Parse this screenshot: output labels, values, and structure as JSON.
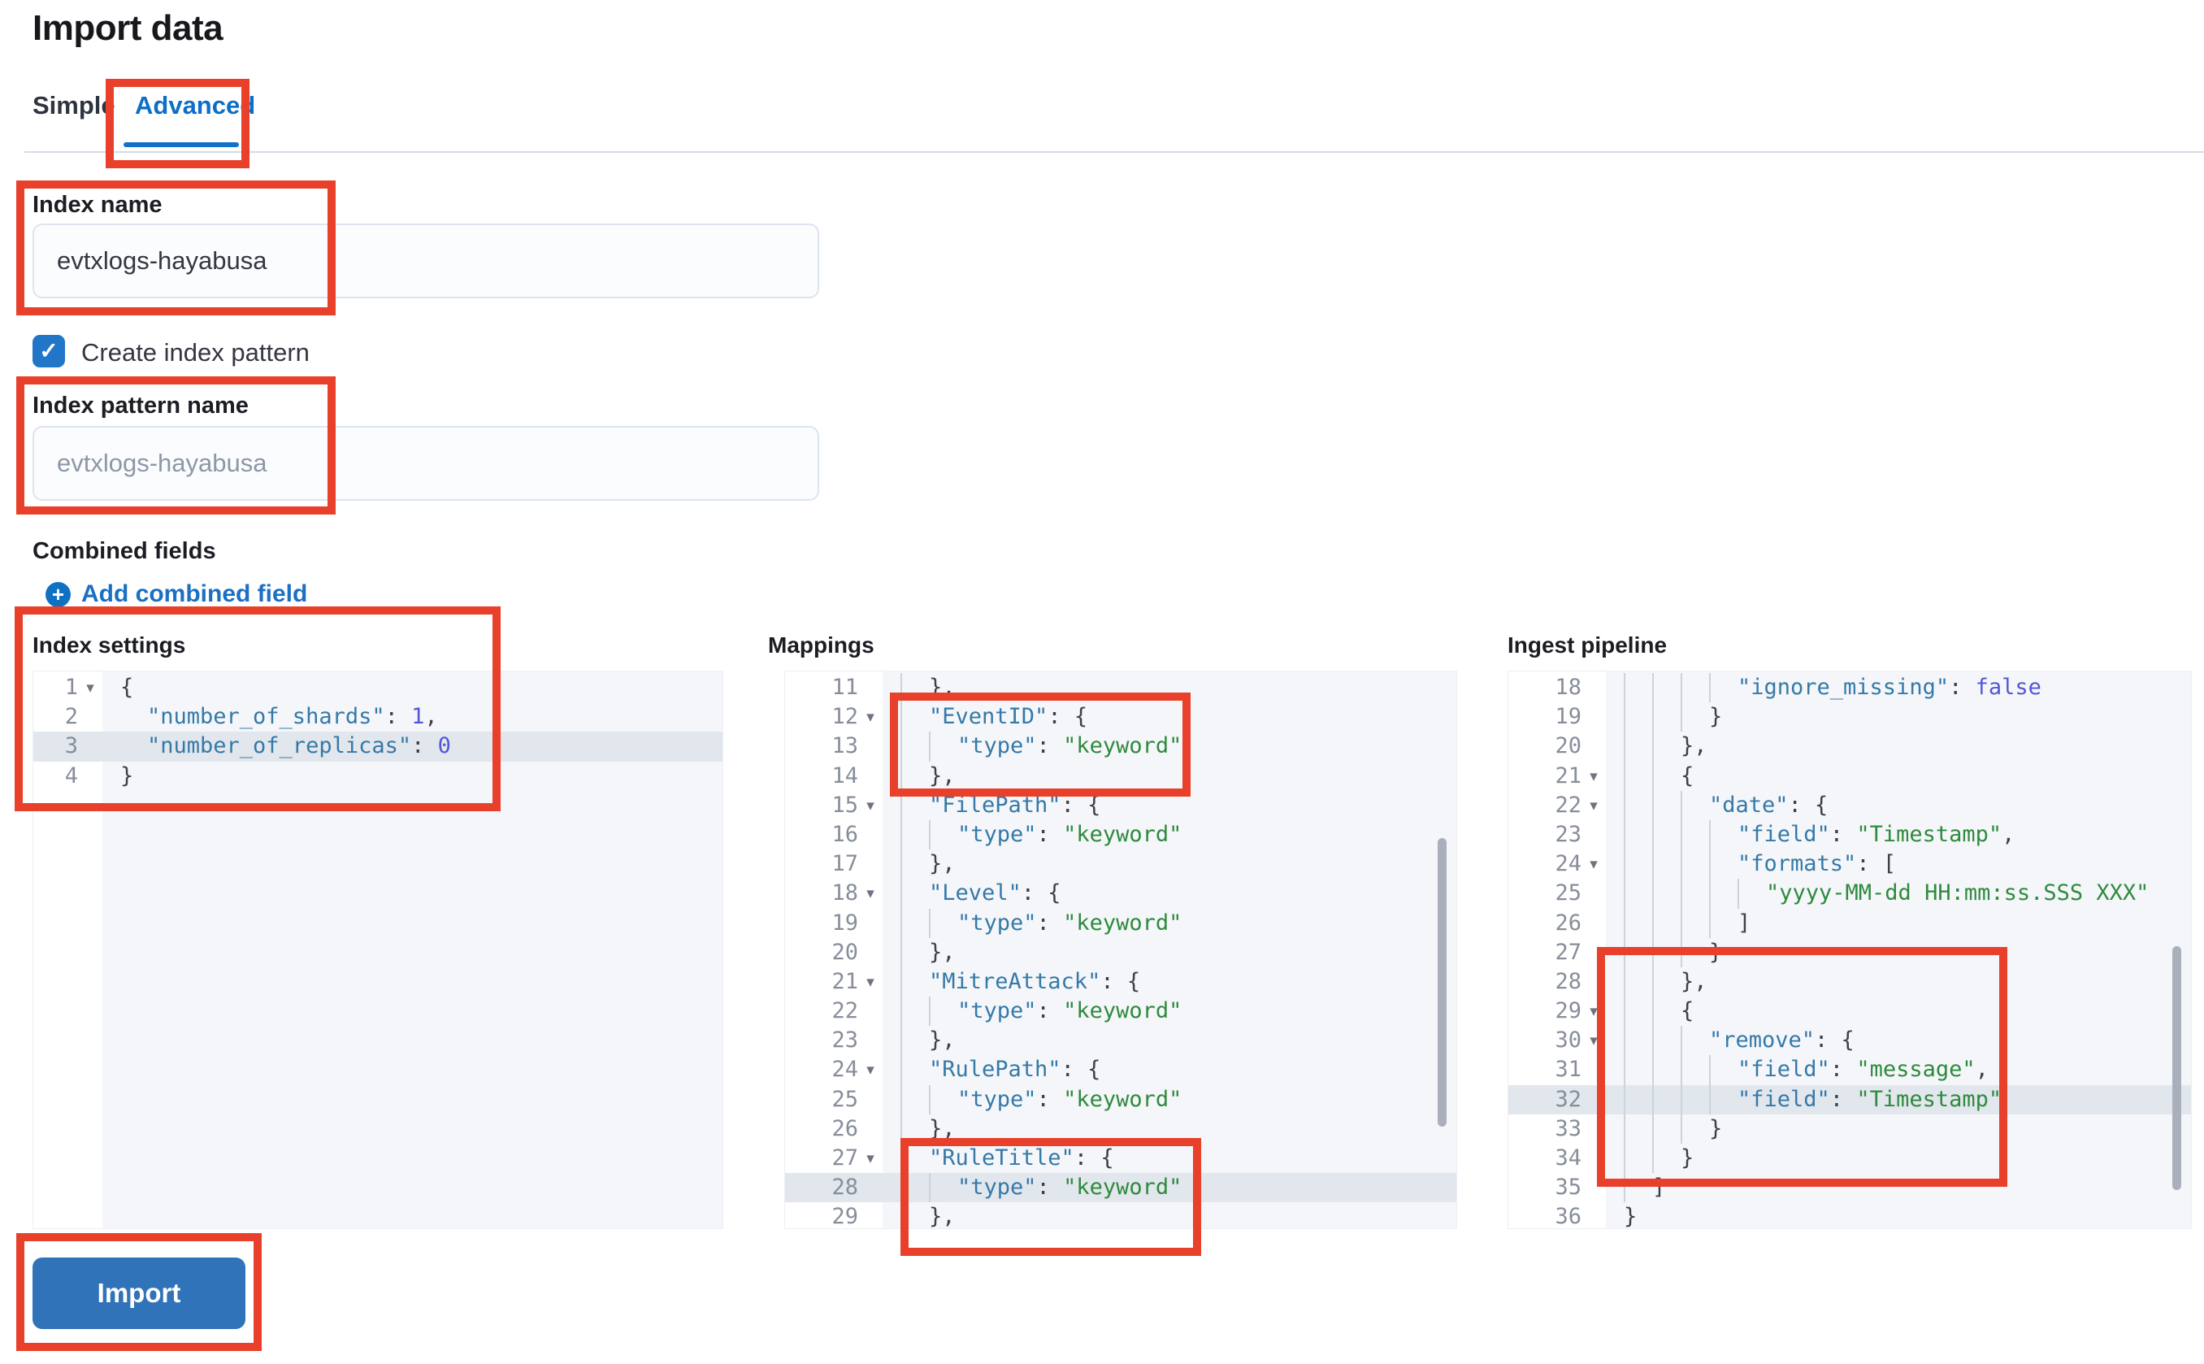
{
  "page": {
    "title": "Import data"
  },
  "tabs": [
    {
      "label": "Simple",
      "active": false
    },
    {
      "label": "Advanced",
      "active": true
    }
  ],
  "form": {
    "index_name_label": "Index name",
    "index_name_value": "evtxlogs-hayabusa",
    "create_index_pattern_label": "Create index pattern",
    "create_index_pattern_checked": true,
    "index_pattern_name_label": "Index pattern name",
    "index_pattern_placeholder": "evtxlogs-hayabusa",
    "combined_fields_label": "Combined fields",
    "add_combined_field_label": "Add combined field",
    "import_button_label": "Import"
  },
  "icons": {
    "check": "✓",
    "plus": "+",
    "fold": "▾"
  },
  "colors": {
    "annotation_red": "#e8402a",
    "primary_blue": "#0b6ec8",
    "import_button_blue": "#3173b8",
    "checkbox_blue": "#2176c7",
    "code_key": "#3579a8",
    "code_string": "#2f8a3d",
    "code_constant": "#5456d6",
    "code_bg": "#f4f6f9",
    "code_line_highlight": "#e2e6ed"
  },
  "editors": [
    {
      "id": "index-settings",
      "label": "Index settings",
      "guides": false,
      "lines": [
        {
          "n": 1,
          "fold": true,
          "ind": 0,
          "tok": [
            [
              "p",
              "{"
            ]
          ]
        },
        {
          "n": 2,
          "fold": false,
          "ind": 1,
          "tok": [
            [
              "k",
              "\"number_of_shards\""
            ],
            [
              "p",
              ": "
            ],
            [
              "c",
              "1"
            ],
            [
              "p",
              ","
            ]
          ]
        },
        {
          "n": 3,
          "fold": false,
          "ind": 1,
          "hl": true,
          "tok": [
            [
              "k",
              "\"number_of_replicas\""
            ],
            [
              "p",
              ": "
            ],
            [
              "c",
              "0"
            ]
          ]
        },
        {
          "n": 4,
          "fold": false,
          "ind": 0,
          "tok": [
            [
              "p",
              "}"
            ]
          ]
        }
      ]
    },
    {
      "id": "mappings",
      "label": "Mappings",
      "guides": true,
      "lines": [
        {
          "n": 11,
          "fold": false,
          "ind": 1,
          "tok": [
            [
              "p",
              "},"
            ]
          ]
        },
        {
          "n": 12,
          "fold": true,
          "ind": 1,
          "tok": [
            [
              "k",
              "\"EventID\""
            ],
            [
              "p",
              ": {"
            ]
          ]
        },
        {
          "n": 13,
          "fold": false,
          "ind": 2,
          "tok": [
            [
              "k",
              "\"type\""
            ],
            [
              "p",
              ": "
            ],
            [
              "s",
              "\"keyword\""
            ]
          ]
        },
        {
          "n": 14,
          "fold": false,
          "ind": 1,
          "tok": [
            [
              "p",
              "},"
            ]
          ]
        },
        {
          "n": 15,
          "fold": true,
          "ind": 1,
          "tok": [
            [
              "k",
              "\"FilePath\""
            ],
            [
              "p",
              ": {"
            ]
          ]
        },
        {
          "n": 16,
          "fold": false,
          "ind": 2,
          "tok": [
            [
              "k",
              "\"type\""
            ],
            [
              "p",
              ": "
            ],
            [
              "s",
              "\"keyword\""
            ]
          ]
        },
        {
          "n": 17,
          "fold": false,
          "ind": 1,
          "tok": [
            [
              "p",
              "},"
            ]
          ]
        },
        {
          "n": 18,
          "fold": true,
          "ind": 1,
          "tok": [
            [
              "k",
              "\"Level\""
            ],
            [
              "p",
              ": {"
            ]
          ]
        },
        {
          "n": 19,
          "fold": false,
          "ind": 2,
          "tok": [
            [
              "k",
              "\"type\""
            ],
            [
              "p",
              ": "
            ],
            [
              "s",
              "\"keyword\""
            ]
          ]
        },
        {
          "n": 20,
          "fold": false,
          "ind": 1,
          "tok": [
            [
              "p",
              "},"
            ]
          ]
        },
        {
          "n": 21,
          "fold": true,
          "ind": 1,
          "tok": [
            [
              "k",
              "\"MitreAttack\""
            ],
            [
              "p",
              ": {"
            ]
          ]
        },
        {
          "n": 22,
          "fold": false,
          "ind": 2,
          "tok": [
            [
              "k",
              "\"type\""
            ],
            [
              "p",
              ": "
            ],
            [
              "s",
              "\"keyword\""
            ]
          ]
        },
        {
          "n": 23,
          "fold": false,
          "ind": 1,
          "tok": [
            [
              "p",
              "},"
            ]
          ]
        },
        {
          "n": 24,
          "fold": true,
          "ind": 1,
          "tok": [
            [
              "k",
              "\"RulePath\""
            ],
            [
              "p",
              ": {"
            ]
          ]
        },
        {
          "n": 25,
          "fold": false,
          "ind": 2,
          "tok": [
            [
              "k",
              "\"type\""
            ],
            [
              "p",
              ": "
            ],
            [
              "s",
              "\"keyword\""
            ]
          ]
        },
        {
          "n": 26,
          "fold": false,
          "ind": 1,
          "tok": [
            [
              "p",
              "},"
            ]
          ]
        },
        {
          "n": 27,
          "fold": true,
          "ind": 1,
          "tok": [
            [
              "k",
              "\"RuleTitle\""
            ],
            [
              "p",
              ": {"
            ]
          ]
        },
        {
          "n": 28,
          "fold": false,
          "ind": 2,
          "hl": true,
          "tok": [
            [
              "k",
              "\"type\""
            ],
            [
              "p",
              ": "
            ],
            [
              "s",
              "\"keyword\""
            ]
          ]
        },
        {
          "n": 29,
          "fold": false,
          "ind": 1,
          "tok": [
            [
              "p",
              "},"
            ]
          ]
        }
      ]
    },
    {
      "id": "ingest-pipeline",
      "label": "Ingest pipeline",
      "guides": true,
      "lines": [
        {
          "n": 18,
          "fold": false,
          "ind": 4,
          "tok": [
            [
              "k",
              "\"ignore_missing\""
            ],
            [
              "p",
              ": "
            ],
            [
              "c",
              "false"
            ]
          ]
        },
        {
          "n": 19,
          "fold": false,
          "ind": 3,
          "tok": [
            [
              "p",
              "}"
            ]
          ]
        },
        {
          "n": 20,
          "fold": false,
          "ind": 2,
          "tok": [
            [
              "p",
              "},"
            ]
          ]
        },
        {
          "n": 21,
          "fold": true,
          "ind": 2,
          "tok": [
            [
              "p",
              "{"
            ]
          ]
        },
        {
          "n": 22,
          "fold": true,
          "ind": 3,
          "tok": [
            [
              "k",
              "\"date\""
            ],
            [
              "p",
              ": {"
            ]
          ]
        },
        {
          "n": 23,
          "fold": false,
          "ind": 4,
          "tok": [
            [
              "k",
              "\"field\""
            ],
            [
              "p",
              ": "
            ],
            [
              "s",
              "\"Timestamp\""
            ],
            [
              "p",
              ","
            ]
          ]
        },
        {
          "n": 24,
          "fold": true,
          "ind": 4,
          "tok": [
            [
              "k",
              "\"formats\""
            ],
            [
              "p",
              ": ["
            ]
          ]
        },
        {
          "n": 25,
          "fold": false,
          "ind": 5,
          "tok": [
            [
              "s",
              "\"yyyy-MM-dd HH:mm:ss.SSS XXX\""
            ]
          ]
        },
        {
          "n": 26,
          "fold": false,
          "ind": 4,
          "tok": [
            [
              "p",
              "]"
            ]
          ]
        },
        {
          "n": 27,
          "fold": false,
          "ind": 3,
          "tok": [
            [
              "p",
              "}"
            ]
          ]
        },
        {
          "n": 28,
          "fold": false,
          "ind": 2,
          "tok": [
            [
              "p",
              "},"
            ]
          ]
        },
        {
          "n": 29,
          "fold": true,
          "ind": 2,
          "tok": [
            [
              "p",
              "{"
            ]
          ]
        },
        {
          "n": 30,
          "fold": true,
          "ind": 3,
          "tok": [
            [
              "k",
              "\"remove\""
            ],
            [
              "p",
              ": {"
            ]
          ]
        },
        {
          "n": 31,
          "fold": false,
          "ind": 4,
          "tok": [
            [
              "k",
              "\"field\""
            ],
            [
              "p",
              ": "
            ],
            [
              "s",
              "\"message\""
            ],
            [
              "p",
              ","
            ]
          ]
        },
        {
          "n": 32,
          "fold": false,
          "ind": 4,
          "hl": true,
          "tok": [
            [
              "k",
              "\"field\""
            ],
            [
              "p",
              ": "
            ],
            [
              "s",
              "\"Timestamp\""
            ]
          ]
        },
        {
          "n": 33,
          "fold": false,
          "ind": 3,
          "tok": [
            [
              "p",
              "}"
            ]
          ]
        },
        {
          "n": 34,
          "fold": false,
          "ind": 2,
          "tok": [
            [
              "p",
              "}"
            ]
          ]
        },
        {
          "n": 35,
          "fold": false,
          "ind": 1,
          "tok": [
            [
              "p",
              "]"
            ]
          ]
        },
        {
          "n": 36,
          "fold": false,
          "ind": 0,
          "tok": [
            [
              "p",
              "}"
            ]
          ]
        }
      ]
    }
  ]
}
